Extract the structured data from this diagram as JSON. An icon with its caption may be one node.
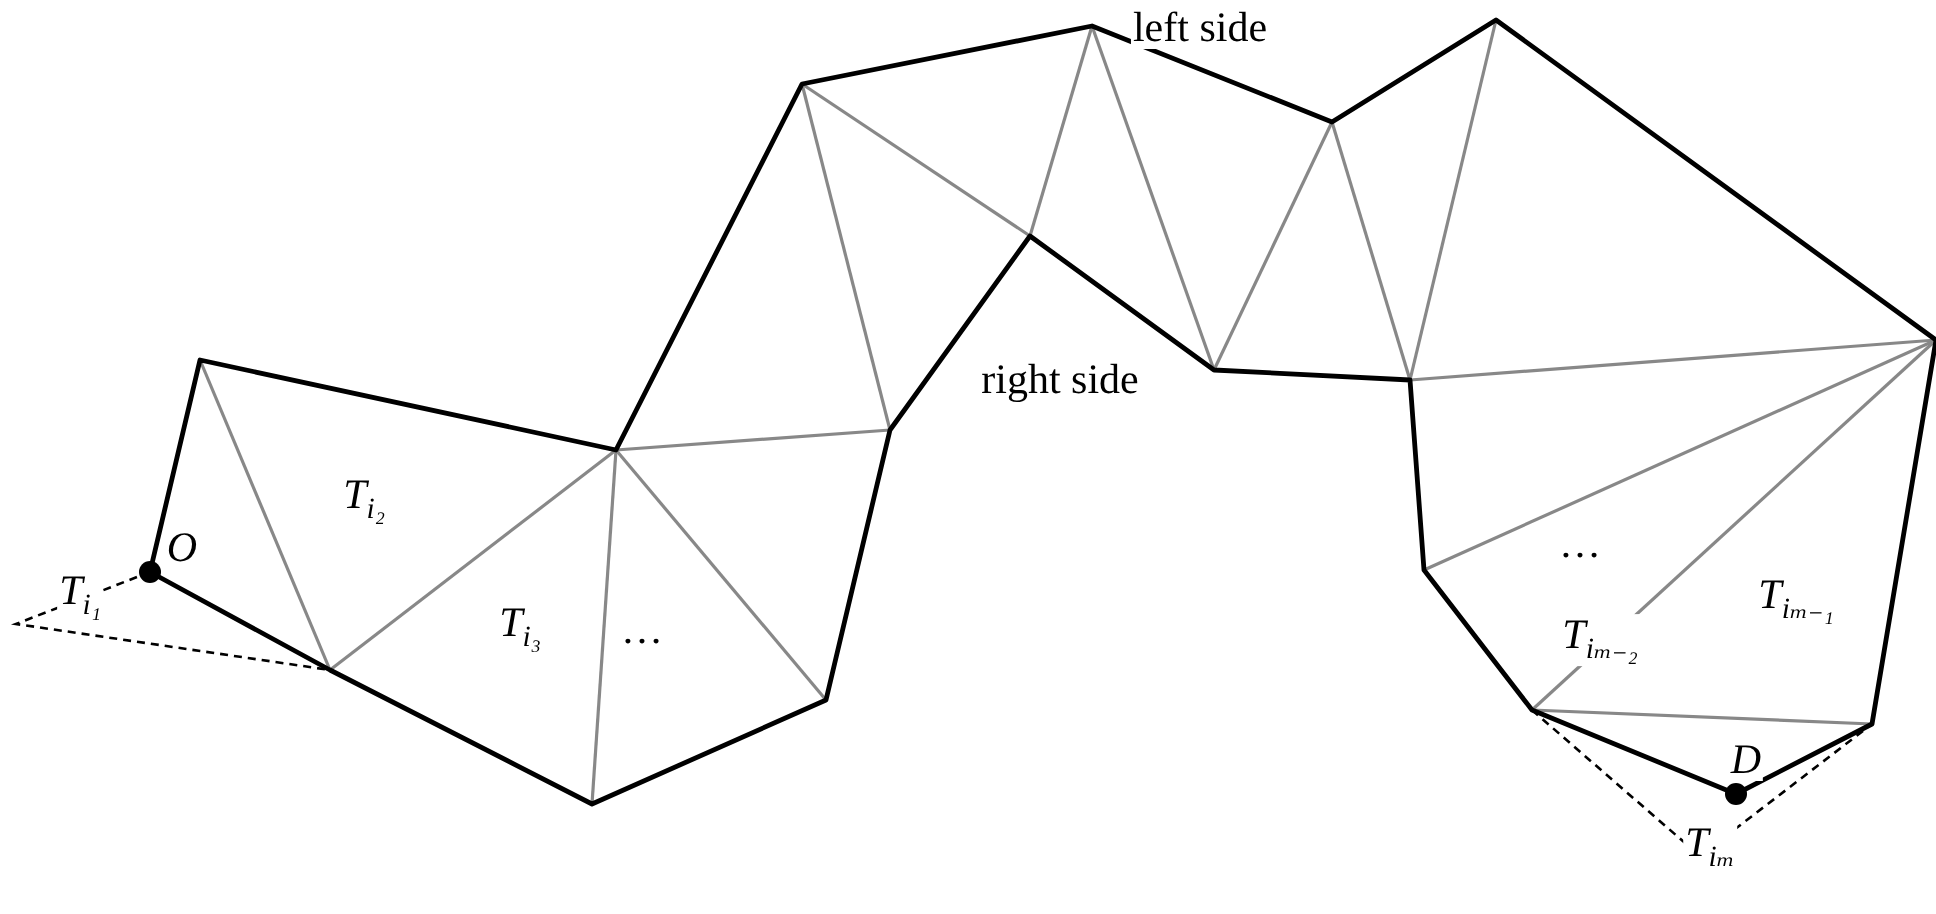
{
  "diagram": {
    "labels": [
      "left side",
      "right side",
      "T$_{i₂}$",
      "T$_{i₁}$",
      "O",
      "T$_{i₃}$",
      "…",
      "…",
      "T$_{iₘ₋₂}$",
      "T$_{iₘ₋₁}$",
      "D",
      "T$_{iₘ}$"
    ]
  }
}
